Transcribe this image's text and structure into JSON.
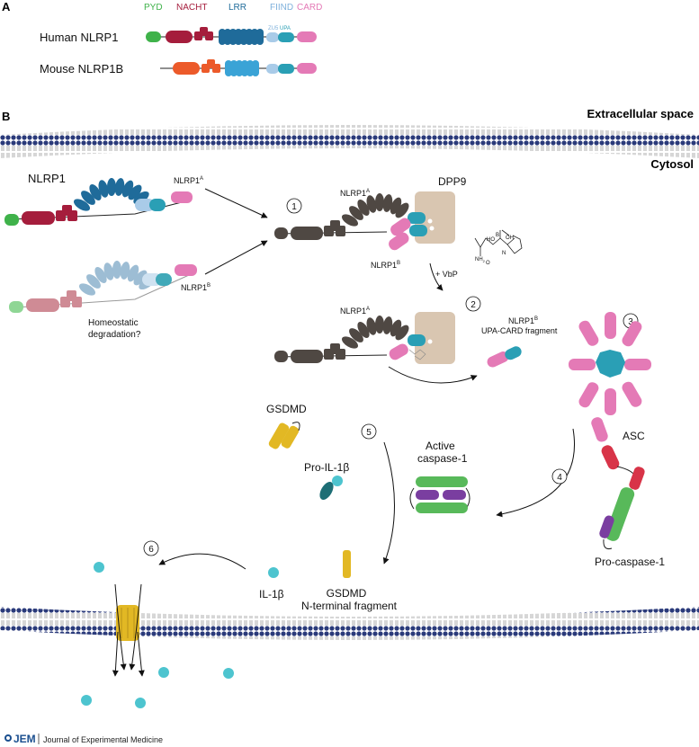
{
  "panel_a": {
    "letter": "A",
    "legend": {
      "pyd": "PYD",
      "nacht": "NACHT",
      "lrr": "LRR",
      "fiind": "FIIND",
      "cardDomain": "CARD",
      "zu5": "ZU5",
      "upa": "UPA"
    },
    "human_label": "Human NLRP1",
    "mouse_label": "Mouse NLRP1B"
  },
  "panel_b": {
    "letter": "B",
    "extracellular": "Extracellular space",
    "cytosol": "Cytosol",
    "nlrp1": "NLRP1",
    "nlrp1a_main": "NLRP1",
    "sup_a": "A",
    "nlrp1b_main": "NLRP1",
    "sup_b": "B",
    "homeostatic_line1": "Homeostatic",
    "homeostatic_line2": "degradation?",
    "dpp9": "DPP9",
    "vbp": "+ VbP",
    "chem": {
      "ho": "HO",
      "b": "B",
      "oh": "OH",
      "nh2": "NH",
      "nh2_sub": "2",
      "o": "O",
      "n": "N"
    },
    "upa_card_line2": "UPA-CARD fragment",
    "asc": "ASC",
    "pro_caspase": "Pro-caspase-1",
    "active_line1": "Active",
    "active_line2": "caspase-1",
    "gsdmd": "GSDMD",
    "pro_il1b": "Pro-IL-1β",
    "il1b": "IL-1β",
    "gsdmd_nterm_line1": "GSDMD",
    "gsdmd_nterm_line2": "N-terminal fragment",
    "steps": [
      "1",
      "2",
      "3",
      "4",
      "5",
      "6"
    ]
  },
  "footer": {
    "logo": "JEM",
    "journal": "Journal of Experimental Medicine"
  },
  "colors": {
    "pyd": "#3fb24a",
    "nacht": "#a51d3c",
    "lrr": "#1f6b9a",
    "fiind_light": "#a9cbe8",
    "upa": "#2a9fb5",
    "card": "#e47ab6",
    "mouse_nacht": "#ec5a2a",
    "mouse_lrr": "#3aa3d6",
    "inactive": "#4f4843",
    "dpp9": "#d9c6b1",
    "faded_pyd": "#8fd695",
    "faded_nacht": "#cf8b95",
    "faded_lrr": "#9dbdd4",
    "faded_fiind": "#cfe2f1",
    "faded_upa": "#41a9b9",
    "asc_red": "#d83448",
    "casp_green": "#58b95a",
    "casp_purple": "#7a3ea0",
    "gsdmd": "#e2b824",
    "il1b": "#4dc4cf",
    "pro_il1b_dark": "#1d6e75",
    "membrane_blue": "#2a3a7a",
    "jem_blue": "#1b4f8f"
  }
}
